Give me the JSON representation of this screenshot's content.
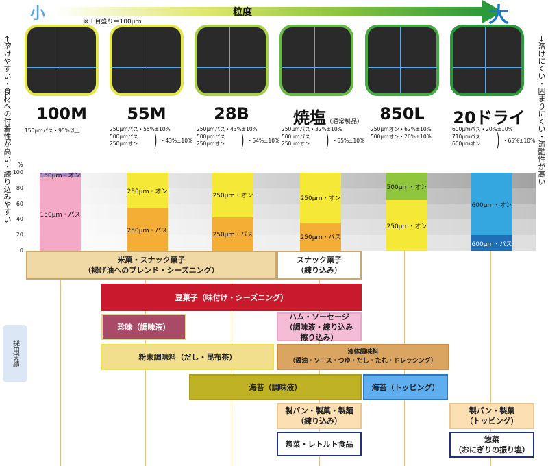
{
  "header": {
    "small": "小",
    "large": "大",
    "axis_title": "粒度",
    "note": "※１目盛り＝100μｍ"
  },
  "side": {
    "left": "←溶けやすい・食材への付着性が高い・練り込みやすい",
    "right": "→溶けにくい・固まりにくい・流動性が高い"
  },
  "products": [
    {
      "name": "100M",
      "name_note": "",
      "spec_lines": "150μｍパス・95%以上",
      "spec_sum": "",
      "border": "#e5e64a"
    },
    {
      "name": "55M",
      "name_note": "",
      "spec_lines": "250μｍパス・55%±10%\n500μｍパス\n250μｍオン",
      "spec_sum": "・43%±10%",
      "border": "#e5e64a"
    },
    {
      "name": "28B",
      "name_note": "",
      "spec_lines": "250μｍパス・43%±10%\n500μｍパス\n250μｍオン",
      "spec_sum": "・54%±10%",
      "border": "#a8d04a"
    },
    {
      "name": "焼塩",
      "name_note": "（通常製品）",
      "spec_lines": "250μｍパス・32%±10%\n500μｍパス\n250μｍオン",
      "spec_sum": "・55%±10%",
      "border": "#66bb44"
    },
    {
      "name": "850L",
      "name_note": "",
      "spec_lines": "250μｍオン・62%±10%\n500μｍオン・26%±10%",
      "spec_sum": "",
      "border": "#44aa44"
    },
    {
      "name": "20ドライ",
      "name_note": "",
      "spec_lines": "600μｍパス・20%±10%\n710μｍパス\n600μｍオン",
      "spec_sum": "・65%±10%",
      "border": "#2a9a3a"
    }
  ],
  "chart_data": {
    "type": "bar",
    "ylabel": "%",
    "ylim": [
      0,
      100
    ],
    "yticks": [
      0,
      20,
      40,
      60,
      80,
      100
    ],
    "categories": [
      "100M",
      "55M",
      "28B",
      "焼塩",
      "850L",
      "20ドライ"
    ],
    "bars": [
      {
        "segments": [
          {
            "label": "150μｍ・パス",
            "value": 95,
            "color": "#f4a9c6"
          },
          {
            "label": "150μｍ・オン",
            "value": 5,
            "color": "#a98bc4"
          }
        ]
      },
      {
        "segments": [
          {
            "label": "250μｍ・パス",
            "value": 55,
            "color": "#f4ad35"
          },
          {
            "label": "250μｍ・オン",
            "value": 45,
            "color": "#f5e836"
          }
        ]
      },
      {
        "segments": [
          {
            "label": "250μｍ・パス",
            "value": 43,
            "color": "#f4ad35"
          },
          {
            "label": "250μｍ・オン",
            "value": 57,
            "color": "#f5e836"
          }
        ]
      },
      {
        "segments": [
          {
            "label": "250μｍ・パス",
            "value": 36,
            "color": "#f4ad35"
          },
          {
            "label": "250μｍ・オン",
            "value": 64,
            "color": "#f5e836"
          }
        ]
      },
      {
        "segments": [
          {
            "label": "250μｍ・オン",
            "value": 65,
            "color": "#f5e836"
          },
          {
            "label": "500μｍ・オン",
            "value": 35,
            "color": "#8fc63d"
          }
        ]
      },
      {
        "segments": [
          {
            "label": "600μｍ・パス",
            "value": 20,
            "color": "#1f6fb8"
          },
          {
            "label": "600μｍ・オン",
            "value": 80,
            "color": "#34a6e0"
          }
        ]
      }
    ]
  },
  "usage": {
    "badge": "採用実績",
    "items": [
      {
        "text": "米菓・スナック菓子\n（揚げ油へのブレンド・シーズニング）",
        "bg": "#f1d9a6",
        "fg": "#222",
        "border": "#caa86a"
      },
      {
        "text": "スナック菓子\n（練り込み）",
        "bg": "#ffffff",
        "fg": "#222",
        "border": "#caa86a"
      },
      {
        "text": "豆菓子（味付け・シーズニング）",
        "bg": "#c8192d",
        "fg": "#ffffff",
        "border": "#c8192d"
      },
      {
        "text": "珍味（調味液）",
        "bg": "#a94a68",
        "fg": "#ffffff",
        "border": "#e0d88a"
      },
      {
        "text": "ハム・ソーセージ\n（調味液・練り込み\n擦り込み）",
        "bg": "#f5bcd6",
        "fg": "#222",
        "border": "#e8a9c8"
      },
      {
        "text": "粉末調味料（だし・昆布茶）",
        "bg": "#f2df8e",
        "fg": "#222",
        "border": "#f4e440"
      },
      {
        "text": "液体調味料\n（醤油・ソース・つゆ・だし・たれ・ドレッシング）",
        "bg": "#d9a561",
        "fg": "#222",
        "border": "#c98d44"
      },
      {
        "text": "海苔（調味液）",
        "bg": "#bfb224",
        "fg": "#222",
        "border": "#a99e20"
      },
      {
        "text": "海苔（トッピング）",
        "bg": "#5eaef0",
        "fg": "#222",
        "border": "#2f78b8"
      },
      {
        "text": "製パン・製菓・製麺\n（練り込み）",
        "bg": "#fce0b4",
        "fg": "#222",
        "border": "#e9c590"
      },
      {
        "text": "製パン・製菓\n（トッピング）",
        "bg": "#fce0b4",
        "fg": "#222",
        "border": "#e9c590"
      },
      {
        "text": "惣菜・レトルト食品",
        "bg": "#ffffff",
        "fg": "#222",
        "border": "#23307a"
      },
      {
        "text": "惣菜\n（おにぎりの振り塩）",
        "bg": "#ffffff",
        "fg": "#222",
        "border": "#23307a"
      }
    ]
  }
}
